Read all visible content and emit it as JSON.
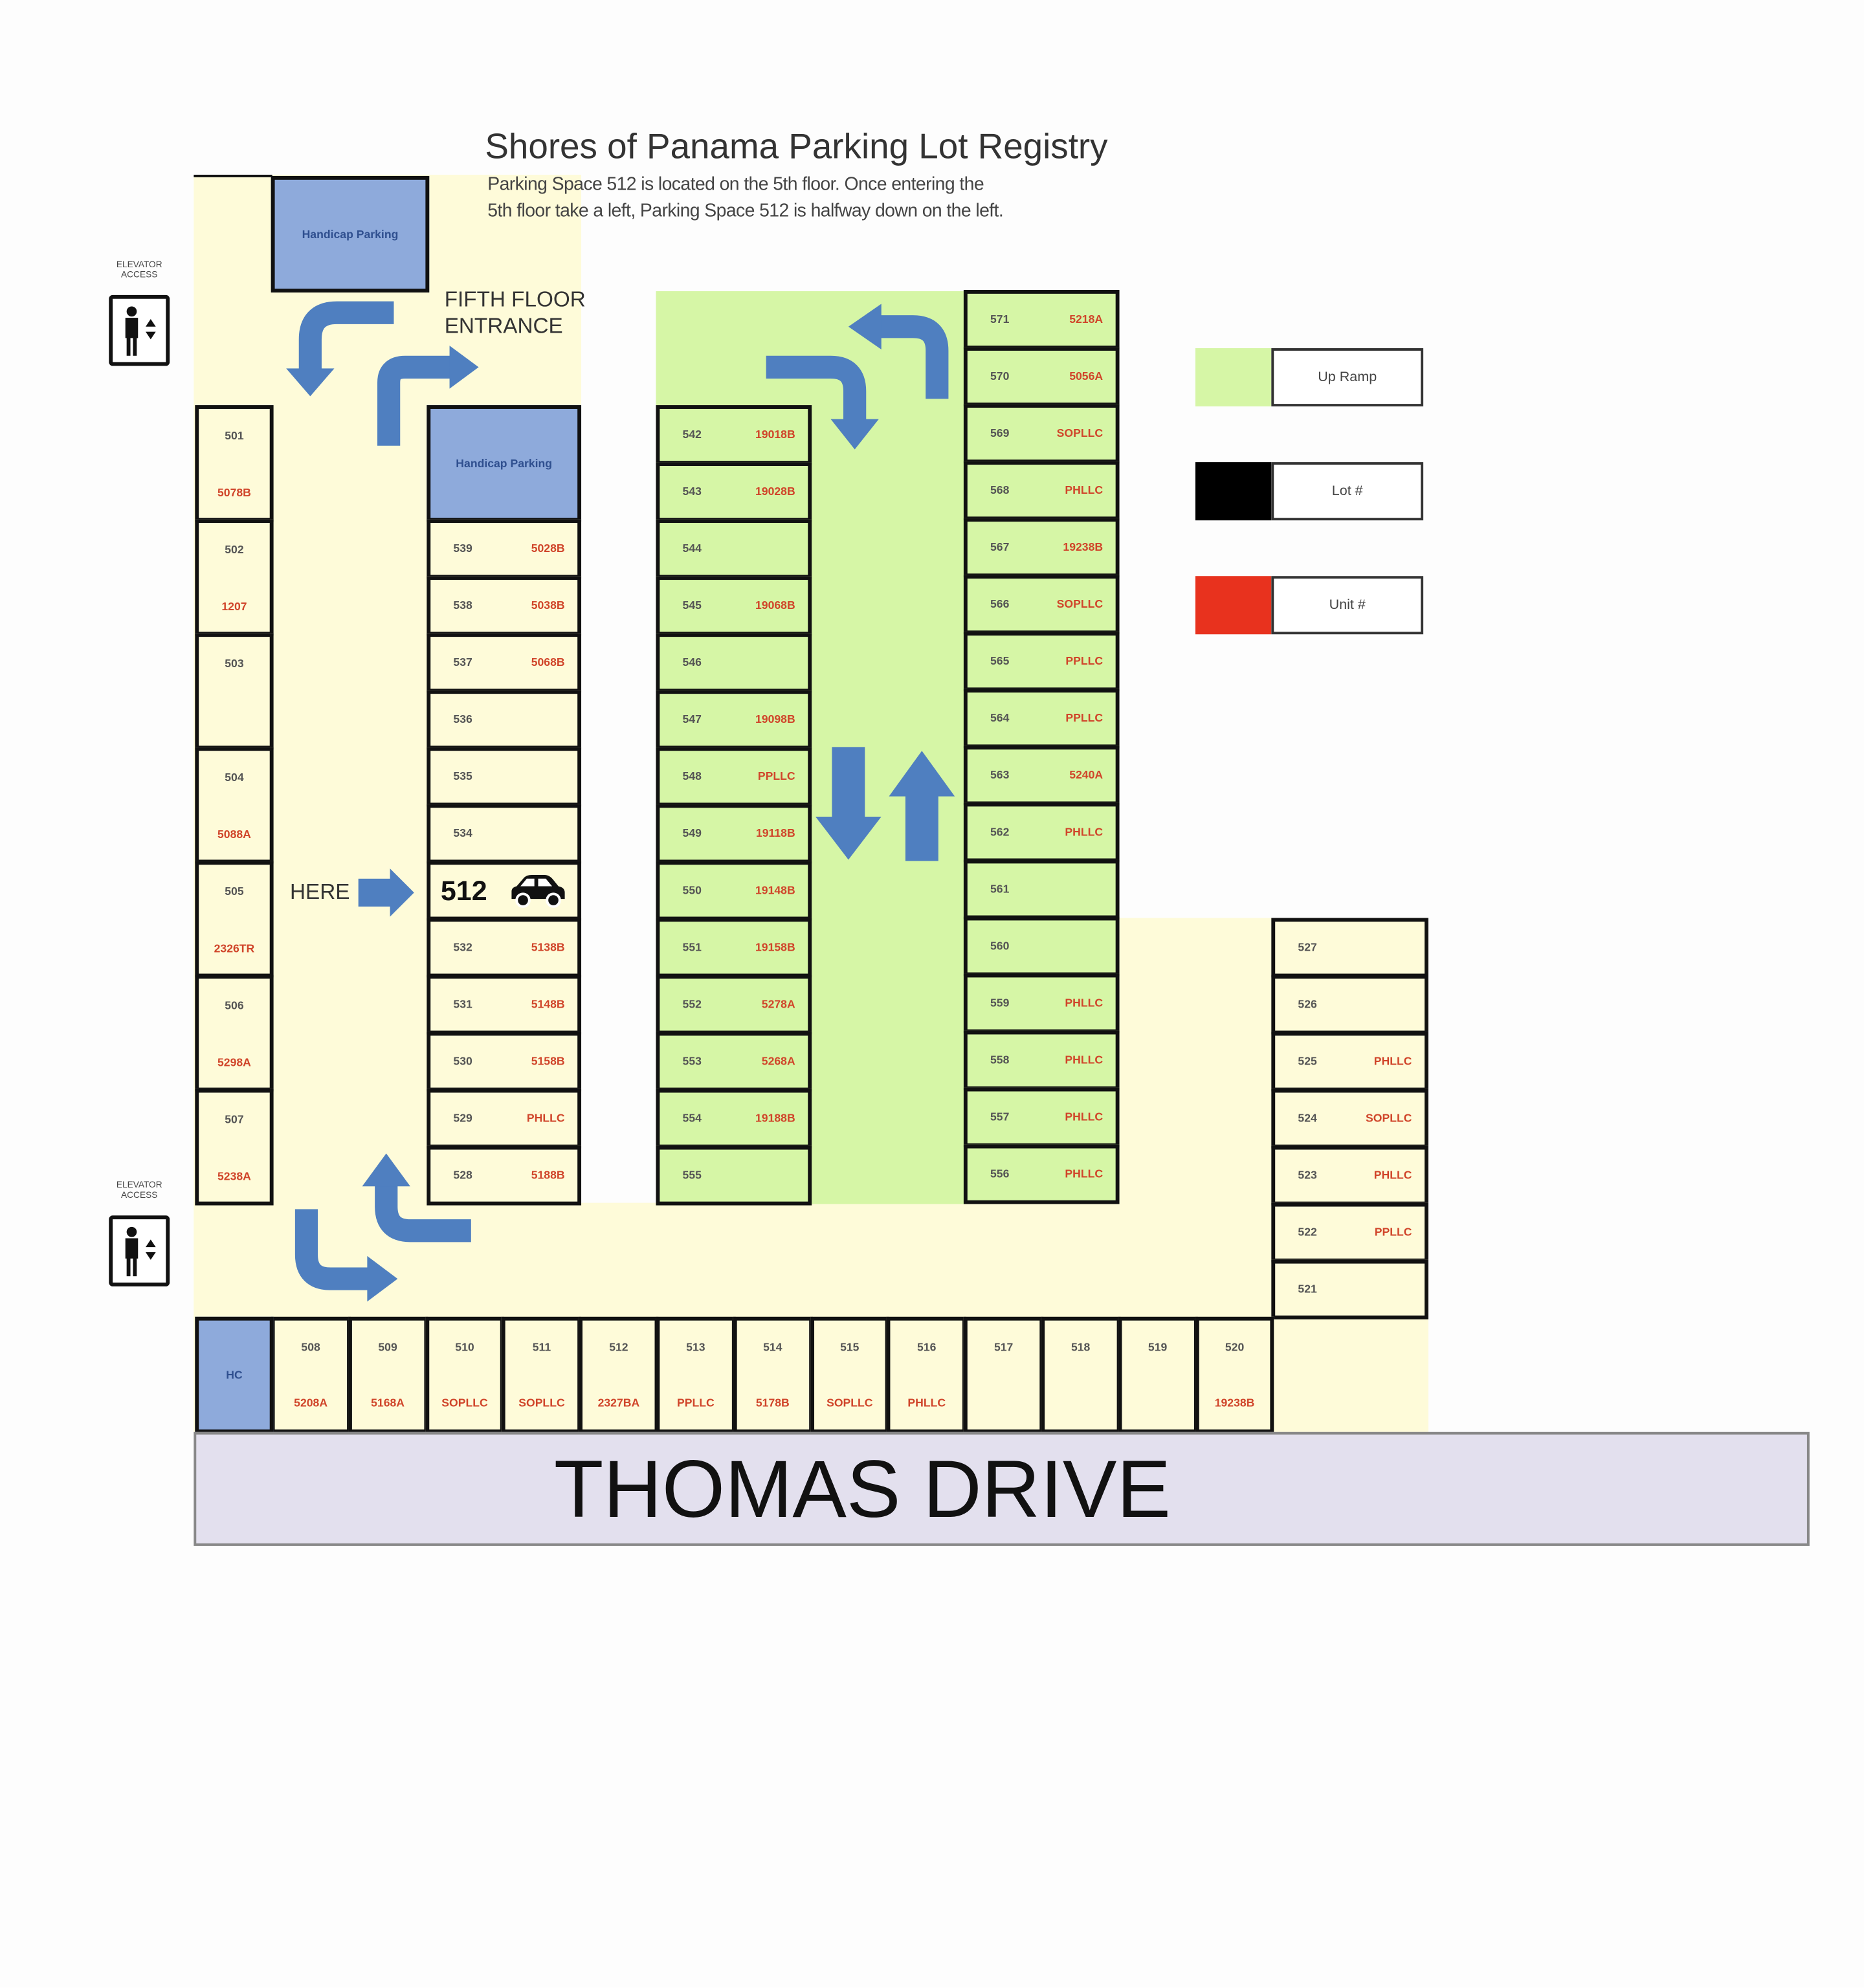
{
  "title": "Shores of Panama Parking Lot Registry",
  "subtitle_lines": [
    "Parking Space 512 is located on the 5th floor. Once entering the",
    "5th floor take a left, Parking Space 512 is halfway down on the left."
  ],
  "entrance_label": [
    "FIFTH FLOOR",
    "ENTRANCE"
  ],
  "here_label": "HERE",
  "elevator_label": [
    "ELEVATOR",
    "ACCESS"
  ],
  "handicap_label": "Handicap Parking",
  "hc_label": "HC",
  "road_label": "THOMAS DRIVE",
  "legend": [
    {
      "label": "Up Ramp",
      "color": "#d6f6a6"
    },
    {
      "label": "Lot #",
      "color": "#000000"
    },
    {
      "label": "Unit #",
      "color": "#e8321e"
    }
  ],
  "highlight": {
    "lot": "512",
    "icon": "car-icon"
  },
  "sections": {
    "left": [
      {
        "lot": "501",
        "unit": "5078B"
      },
      {
        "lot": "502",
        "unit": "1207"
      },
      {
        "lot": "503",
        "unit": ""
      },
      {
        "lot": "504",
        "unit": "5088A"
      },
      {
        "lot": "505",
        "unit": "2326TR"
      },
      {
        "lot": "506",
        "unit": "5298A"
      },
      {
        "lot": "507",
        "unit": "5238A"
      }
    ],
    "col2": [
      {
        "lot": "539",
        "unit": "5028B"
      },
      {
        "lot": "538",
        "unit": "5038B"
      },
      {
        "lot": "537",
        "unit": "5068B"
      },
      {
        "lot": "536",
        "unit": ""
      },
      {
        "lot": "535",
        "unit": ""
      },
      {
        "lot": "534",
        "unit": ""
      },
      {
        "lot": "512",
        "unit": "",
        "highlight": true
      },
      {
        "lot": "532",
        "unit": "5138B"
      },
      {
        "lot": "531",
        "unit": "5148B"
      },
      {
        "lot": "530",
        "unit": "5158B"
      },
      {
        "lot": "529",
        "unit": "PHLLC"
      },
      {
        "lot": "528",
        "unit": "5188B"
      }
    ],
    "col3": [
      {
        "lot": "542",
        "unit": "19018B"
      },
      {
        "lot": "543",
        "unit": "19028B"
      },
      {
        "lot": "544",
        "unit": ""
      },
      {
        "lot": "545",
        "unit": "19068B"
      },
      {
        "lot": "546",
        "unit": ""
      },
      {
        "lot": "547",
        "unit": "19098B"
      },
      {
        "lot": "548",
        "unit": "PPLLC"
      },
      {
        "lot": "549",
        "unit": "19118B"
      },
      {
        "lot": "550",
        "unit": "19148B"
      },
      {
        "lot": "551",
        "unit": "19158B"
      },
      {
        "lot": "552",
        "unit": "5278A"
      },
      {
        "lot": "553",
        "unit": "5268A"
      },
      {
        "lot": "554",
        "unit": "19188B"
      },
      {
        "lot": "555",
        "unit": ""
      }
    ],
    "col4": [
      {
        "lot": "571",
        "unit": "5218A"
      },
      {
        "lot": "570",
        "unit": "5056A"
      },
      {
        "lot": "569",
        "unit": "SOPLLC"
      },
      {
        "lot": "568",
        "unit": "PHLLC"
      },
      {
        "lot": "567",
        "unit": "19238B"
      },
      {
        "lot": "566",
        "unit": "SOPLLC"
      },
      {
        "lot": "565",
        "unit": "PPLLC"
      },
      {
        "lot": "564",
        "unit": "PPLLC"
      },
      {
        "lot": "563",
        "unit": "5240A"
      },
      {
        "lot": "562",
        "unit": "PHLLC"
      },
      {
        "lot": "561",
        "unit": ""
      },
      {
        "lot": "560",
        "unit": ""
      },
      {
        "lot": "559",
        "unit": "PHLLC"
      },
      {
        "lot": "558",
        "unit": "PHLLC"
      },
      {
        "lot": "557",
        "unit": "PHLLC"
      },
      {
        "lot": "556",
        "unit": "PHLLC"
      }
    ],
    "right": [
      {
        "lot": "527",
        "unit": ""
      },
      {
        "lot": "526",
        "unit": ""
      },
      {
        "lot": "525",
        "unit": "PHLLC"
      },
      {
        "lot": "524",
        "unit": "SOPLLC"
      },
      {
        "lot": "523",
        "unit": "PHLLC"
      },
      {
        "lot": "522",
        "unit": "PPLLC"
      },
      {
        "lot": "521",
        "unit": ""
      }
    ],
    "bottom": [
      {
        "lot": "508",
        "unit": "5208A"
      },
      {
        "lot": "509",
        "unit": "5168A"
      },
      {
        "lot": "510",
        "unit": "SOPLLC"
      },
      {
        "lot": "511",
        "unit": "SOPLLC"
      },
      {
        "lot": "512",
        "unit": "2327BA"
      },
      {
        "lot": "513",
        "unit": "PPLLC"
      },
      {
        "lot": "514",
        "unit": "5178B"
      },
      {
        "lot": "515",
        "unit": "SOPLLC"
      },
      {
        "lot": "516",
        "unit": "PHLLC"
      },
      {
        "lot": "517",
        "unit": ""
      },
      {
        "lot": "518",
        "unit": ""
      },
      {
        "lot": "519",
        "unit": ""
      },
      {
        "lot": "520",
        "unit": "19238B"
      }
    ]
  }
}
